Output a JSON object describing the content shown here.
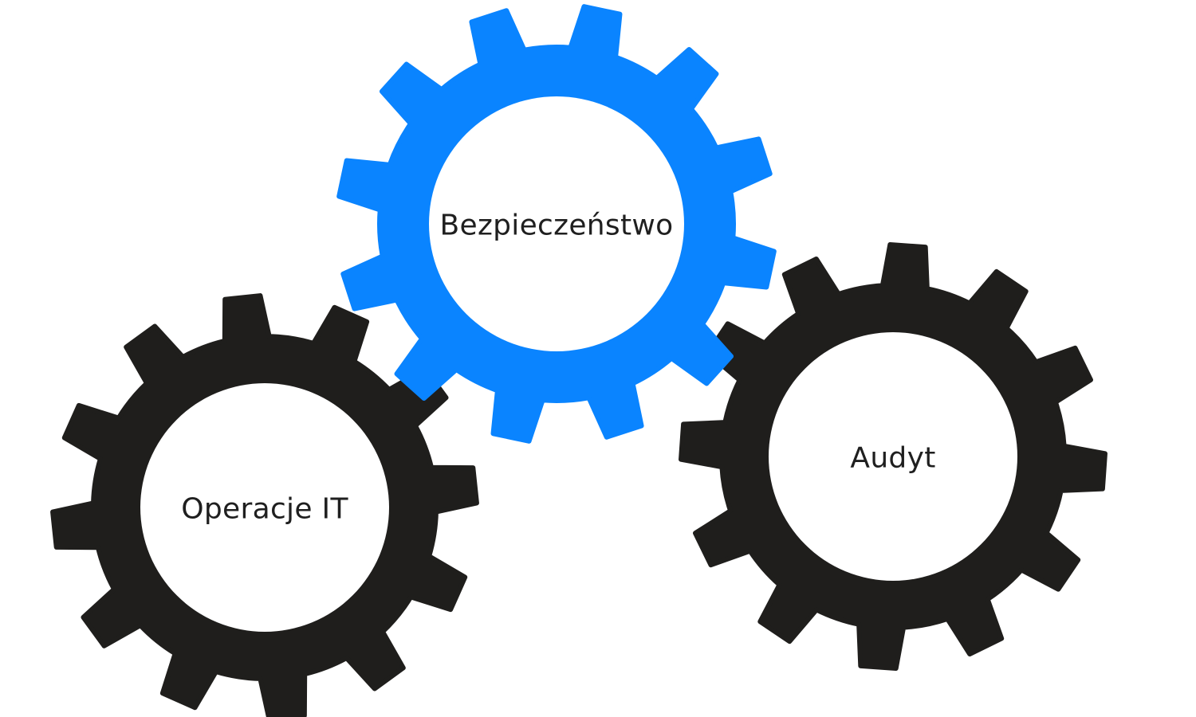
{
  "diagram": {
    "gears": [
      {
        "id": "operacje-it",
        "label": "Operacje IT",
        "color": "#1f1e1c"
      },
      {
        "id": "bezpieczenstwo",
        "label": "Bezpieczeństwo",
        "color": "#0a84ff"
      },
      {
        "id": "audyt",
        "label": "Audyt",
        "color": "#1f1e1c"
      }
    ],
    "label_color": "#1f1f1f",
    "hub_color": "#ffffff"
  }
}
